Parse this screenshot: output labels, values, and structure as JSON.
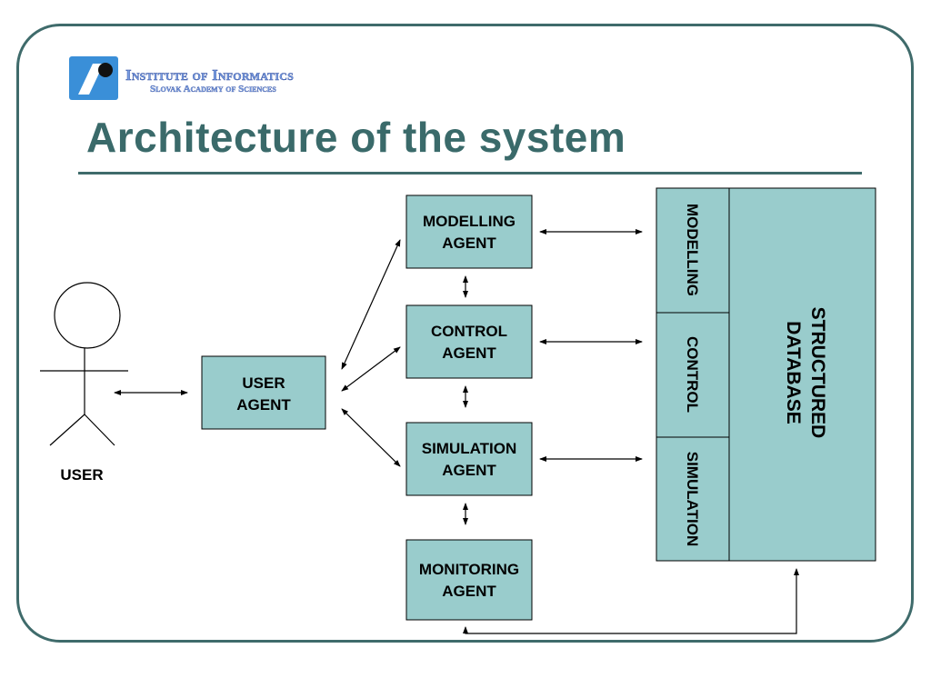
{
  "header": {
    "org_name": "Institute of Informatics",
    "org_sub": "Slovak Academy of Sciences",
    "logo_icon": "institute-logo-icon"
  },
  "slide": {
    "title": "Architecture of the system"
  },
  "diagram": {
    "user_label": "USER",
    "user_agent": [
      "USER",
      "AGENT"
    ],
    "modelling_agent": [
      "MODELLING",
      "AGENT"
    ],
    "control_agent": [
      "CONTROL",
      "AGENT"
    ],
    "simulation_agent": [
      "SIMULATION",
      "AGENT"
    ],
    "monitoring_agent": [
      "MONITORING",
      "AGENT"
    ],
    "db_sections": {
      "modelling": "MODELLING",
      "control": "CONTROL",
      "simulation": "SIMULATION"
    },
    "database": [
      "STRUCTURED",
      "DATABASE"
    ],
    "colors": {
      "box_fill": "#99cccc",
      "frame": "#3f6b6b",
      "title": "#3a6a6a"
    }
  }
}
